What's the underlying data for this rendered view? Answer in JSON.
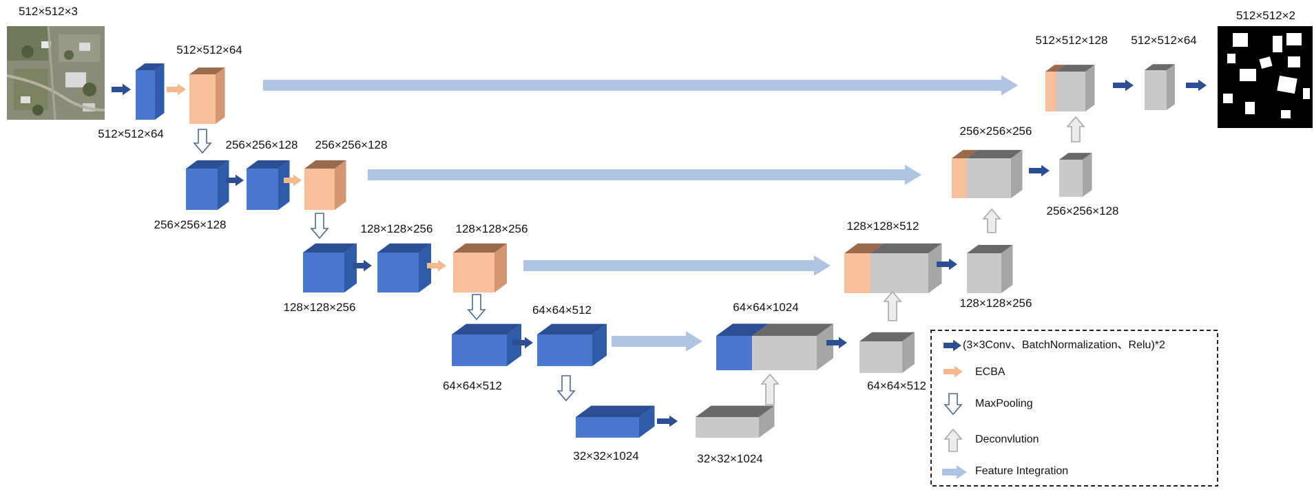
{
  "colors": {
    "conv_front": "#4a78cf",
    "conv_top": "#2c4f93",
    "conv_side": "#2f5bab",
    "ecba_front": "#f7c09a",
    "ecba_top": "#9a6a4c",
    "ecba_side": "#d49671",
    "decoder_front": "#c9c9c9",
    "decoder_top": "#696969",
    "decoder_side": "#a6a6a6",
    "arrow_conv": "#2c4f93",
    "arrow_ecba": "#f5b98f",
    "arrow_feature": "#afc3e3",
    "arrow_pool_stroke": "#4a6793",
    "arrow_deconv_stroke": "#a8a8a8"
  },
  "dimensions": {
    "input": "512×512×3",
    "enc1_conv": "512×512×64",
    "enc1_ecba": "512×512×64",
    "enc2_conv_a": "256×256×128",
    "enc2_conv_b": "256×256×128",
    "enc2_ecba": "256×256×128",
    "enc3_conv_a": "128×128×256",
    "enc3_conv_b": "128×128×256",
    "enc3_ecba": "128×128×256",
    "enc4_conv_a": "64×64×512",
    "enc4_conv_b": "64×64×512",
    "bottleneck": "32×32×1024",
    "bottleneck_up": "32×32×1024",
    "dec4_concat": "64×64×1024",
    "dec4_conv": "64×64×512",
    "dec3_concat": "128×128×512",
    "dec3_conv": "128×128×256",
    "dec2_concat": "256×256×256",
    "dec2_conv": "256×256×128",
    "dec1_concat": "512×512×128",
    "dec1_conv": "512×512×64",
    "output": "512×512×2"
  },
  "legend": {
    "conv": "(3×3Conv、BatchNormalization、Relu)*2",
    "ecba": "ECBA",
    "maxpool": "MaxPooling",
    "deconv": "Deconvlution",
    "feature": "Feature Integration"
  }
}
